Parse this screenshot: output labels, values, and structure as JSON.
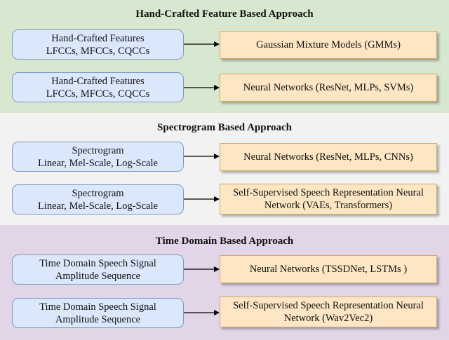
{
  "sections": [
    {
      "title": "Hand-Crafted Feature Based Approach",
      "rows": [
        {
          "source": [
            "Hand-Crafted Features",
            "LFCCs, MFCCs, CQCCs"
          ],
          "target": [
            "Gaussian Mixture Models (GMMs)"
          ]
        },
        {
          "source": [
            "Hand-Crafted Features",
            "LFCCs, MFCCs, CQCCs"
          ],
          "target": [
            "Neural Networks (ResNet, MLPs, SVMs)"
          ]
        }
      ]
    },
    {
      "title": "Spectrogram Based Approach",
      "rows": [
        {
          "source": [
            "Spectrogram",
            "Linear, Mel-Scale, Log-Scale"
          ],
          "target": [
            "Neural Networks (ResNet, MLPs, CNNs)"
          ]
        },
        {
          "source": [
            "Spectrogram",
            "Linear, Mel-Scale, Log-Scale"
          ],
          "target": [
            "Self-Supervised Speech Representation Neural",
            "Network (VAEs, Transformers)"
          ]
        }
      ]
    },
    {
      "title": "Time Domain Based Approach",
      "rows": [
        {
          "source": [
            "Time Domain Speech Signal",
            "Amplitude Sequence"
          ],
          "target": [
            "Neural Networks (TSSDNet, LSTMs )"
          ]
        },
        {
          "source": [
            "Time Domain Speech Signal",
            "Amplitude Sequence"
          ],
          "target": [
            "Self-Supervised Speech Representation Neural",
            "Network (Wav2Vec2)"
          ]
        }
      ]
    }
  ],
  "colors": {
    "band_handcrafted": "#d8e8d0",
    "band_spectrogram": "#f2f2f2",
    "band_timedomain": "#e3d5e8",
    "source_box_fill": "#dbe8fb",
    "target_box_fill": "#fde6c4"
  }
}
